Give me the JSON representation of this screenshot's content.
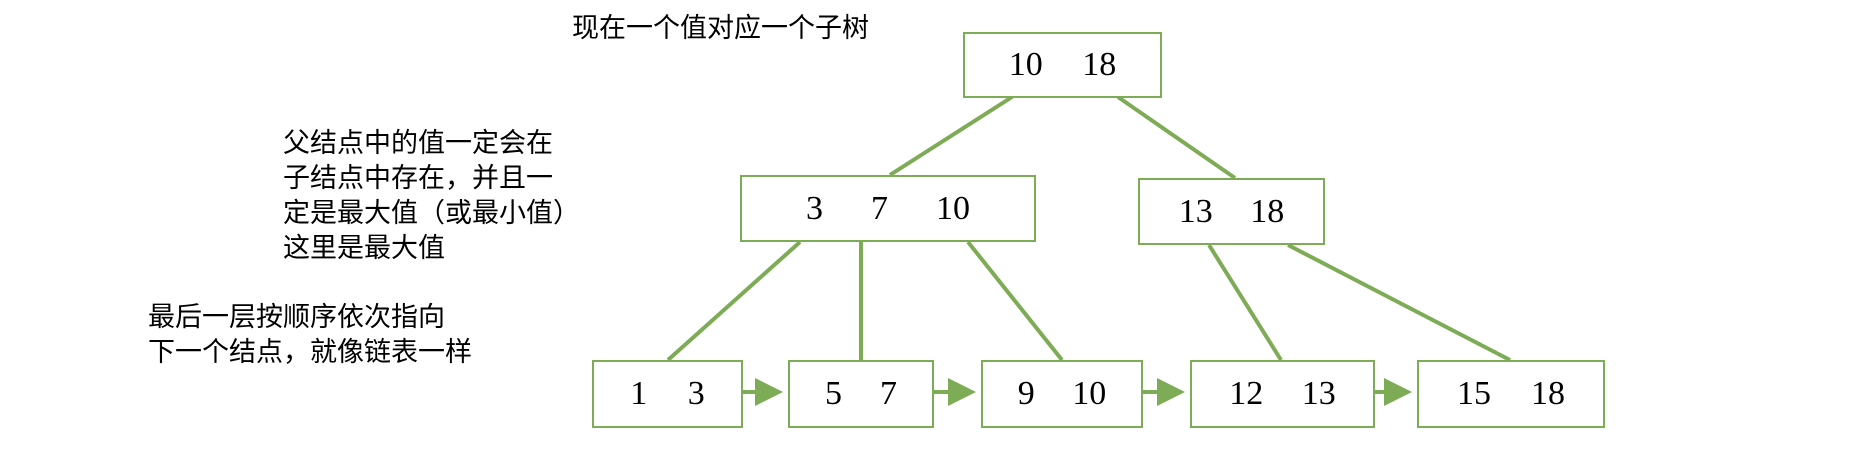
{
  "diagram": {
    "title_note": "现在一个值对应一个子树",
    "accent_color": "#7eab55",
    "text_color": "#000000",
    "background_color": "#ffffff",
    "annotations": [
      {
        "name": "parent-value-note",
        "lines": [
          "父结点中的值一定会在",
          "子结点中存在，并且一",
          "定是最大值（或最小值）",
          "这里是最大值"
        ],
        "text": "父结点中的值一定会在\n子结点中存在，并且一\n定是最大值（或最小值）\n这里是最大值"
      },
      {
        "name": "leaf-linklist-note",
        "lines": [
          "最后一层按顺序依次指向",
          "下一个结点，就像链表一样"
        ],
        "text": "最后一层按顺序依次指向\n下一个结点，就像链表一样"
      }
    ],
    "levels": [
      {
        "name": "root-level",
        "nodes": [
          {
            "id": "root",
            "keys": [
              "10",
              "18"
            ]
          }
        ]
      },
      {
        "name": "internal-level",
        "nodes": [
          {
            "id": "internal-left",
            "keys": [
              "3",
              "7",
              "10"
            ]
          },
          {
            "id": "internal-right",
            "keys": [
              "13",
              "18"
            ]
          }
        ]
      },
      {
        "name": "leaf-level",
        "nodes": [
          {
            "id": "leaf-1",
            "keys": [
              "1",
              "3"
            ]
          },
          {
            "id": "leaf-2",
            "keys": [
              "5",
              "7"
            ]
          },
          {
            "id": "leaf-3",
            "keys": [
              "9",
              "10"
            ]
          },
          {
            "id": "leaf-4",
            "keys": [
              "12",
              "13"
            ]
          },
          {
            "id": "leaf-5",
            "keys": [
              "15",
              "18"
            ]
          }
        ]
      }
    ]
  }
}
